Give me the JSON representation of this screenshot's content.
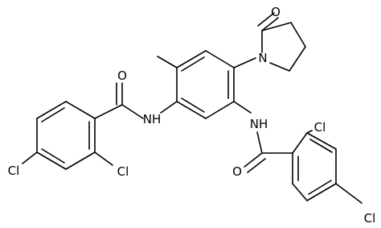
{
  "figure": {
    "labels": {
      "o_ketone": "O",
      "n_pyrrolidine": "N",
      "nh_left": "NH",
      "o_left": "O",
      "cl_left_ortho": "Cl",
      "cl_left_para": "Cl",
      "nh_right": "NH",
      "o_right": "O",
      "cl_right_ortho": "Cl",
      "cl_right_para": "Cl"
    },
    "colors": {
      "bond": "#000000",
      "text": "#000000",
      "background": "#ffffff"
    }
  }
}
